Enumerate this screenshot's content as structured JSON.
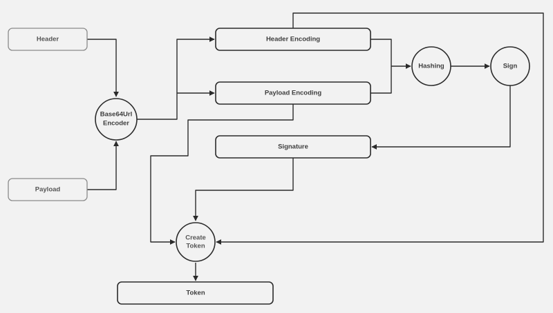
{
  "nodes": {
    "header": "Header",
    "payload": "Payload",
    "encoder_line1": "Base64Url",
    "encoder_line2": "Encoder",
    "header_encoding": "Header Encoding",
    "payload_encoding": "Payload Encoding",
    "hashing": "Hashing",
    "sign": "Sign",
    "signature": "Signature",
    "create_token_line1": "Create",
    "create_token_line2": "Token",
    "token": "Token"
  },
  "colors": {
    "background": "#f2f2f2",
    "stroke": "#2b2b2b",
    "input_stroke": "#8a8a8a",
    "label": "#555555"
  }
}
